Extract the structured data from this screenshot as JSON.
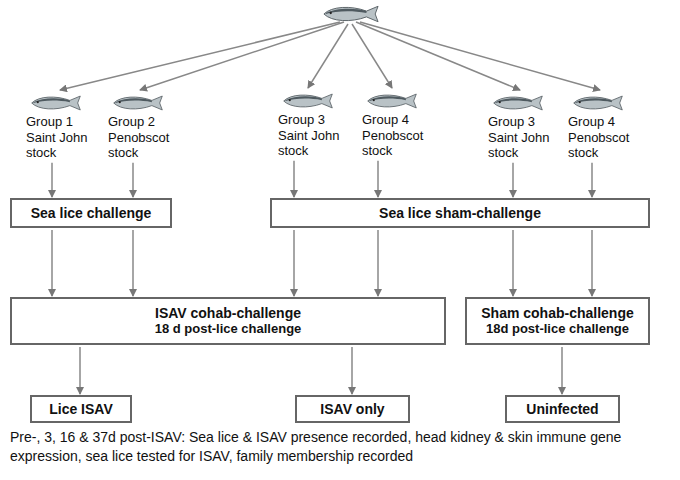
{
  "diagram": {
    "caption": "Pre-, 3, 16 & 37d post-ISAV: Sea lice & ISAV presence recorded, head kidney & skin immune gene expression, sea lice tested for ISAV, family membership recorded",
    "nodes": [
      {
        "text": [
          "Group 1 Saint John stock"
        ]
      },
      {
        "text": [
          "Group 2 Penobscot stock"
        ]
      },
      {
        "text": [
          "Group 3 Saint John stock"
        ]
      },
      {
        "text": [
          "Group 4 Penobscot stock"
        ]
      },
      {
        "text": [
          "Group 3 Saint John stock"
        ]
      },
      {
        "text": [
          "Group 4 Penobscot stock"
        ]
      },
      {
        "text": [
          "Sea lice challenge"
        ]
      },
      {
        "text": [
          "Sea lice sham-challenge"
        ]
      },
      {
        "text": [
          "ISAV cohab-challenge",
          "18 d post-lice challenge"
        ]
      },
      {
        "text": [
          "Sham cohab-challenge",
          "18d post-lice challenge"
        ]
      },
      {
        "text": [
          "Lice ISAV"
        ]
      },
      {
        "text": [
          "ISAV only"
        ]
      },
      {
        "text": [
          "Uninfected"
        ]
      }
    ],
    "edges": [
      {
        "from": 0,
        "to": 6,
        "arrow": "to"
      },
      {
        "from": 1,
        "to": 6,
        "arrow": "to"
      },
      {
        "from": 2,
        "to": 7,
        "arrow": "to"
      },
      {
        "from": 3,
        "to": 7,
        "arrow": "to"
      },
      {
        "from": 4,
        "to": 7,
        "arrow": "to"
      },
      {
        "from": 5,
        "to": 7,
        "arrow": "to"
      },
      {
        "from": 6,
        "to": 8,
        "arrow": "to"
      },
      {
        "from": 6,
        "to": 8,
        "arrow": "to"
      },
      {
        "from": 7,
        "to": 8,
        "arrow": "to"
      },
      {
        "from": 7,
        "to": 8,
        "arrow": "to"
      },
      {
        "from": 7,
        "to": 9,
        "arrow": "to"
      },
      {
        "from": 7,
        "to": 9,
        "arrow": "to"
      },
      {
        "from": 8,
        "to": 10,
        "arrow": "to"
      },
      {
        "from": 8,
        "to": 11,
        "arrow": "to"
      },
      {
        "from": 9,
        "to": 12,
        "arrow": "to"
      }
    ]
  }
}
